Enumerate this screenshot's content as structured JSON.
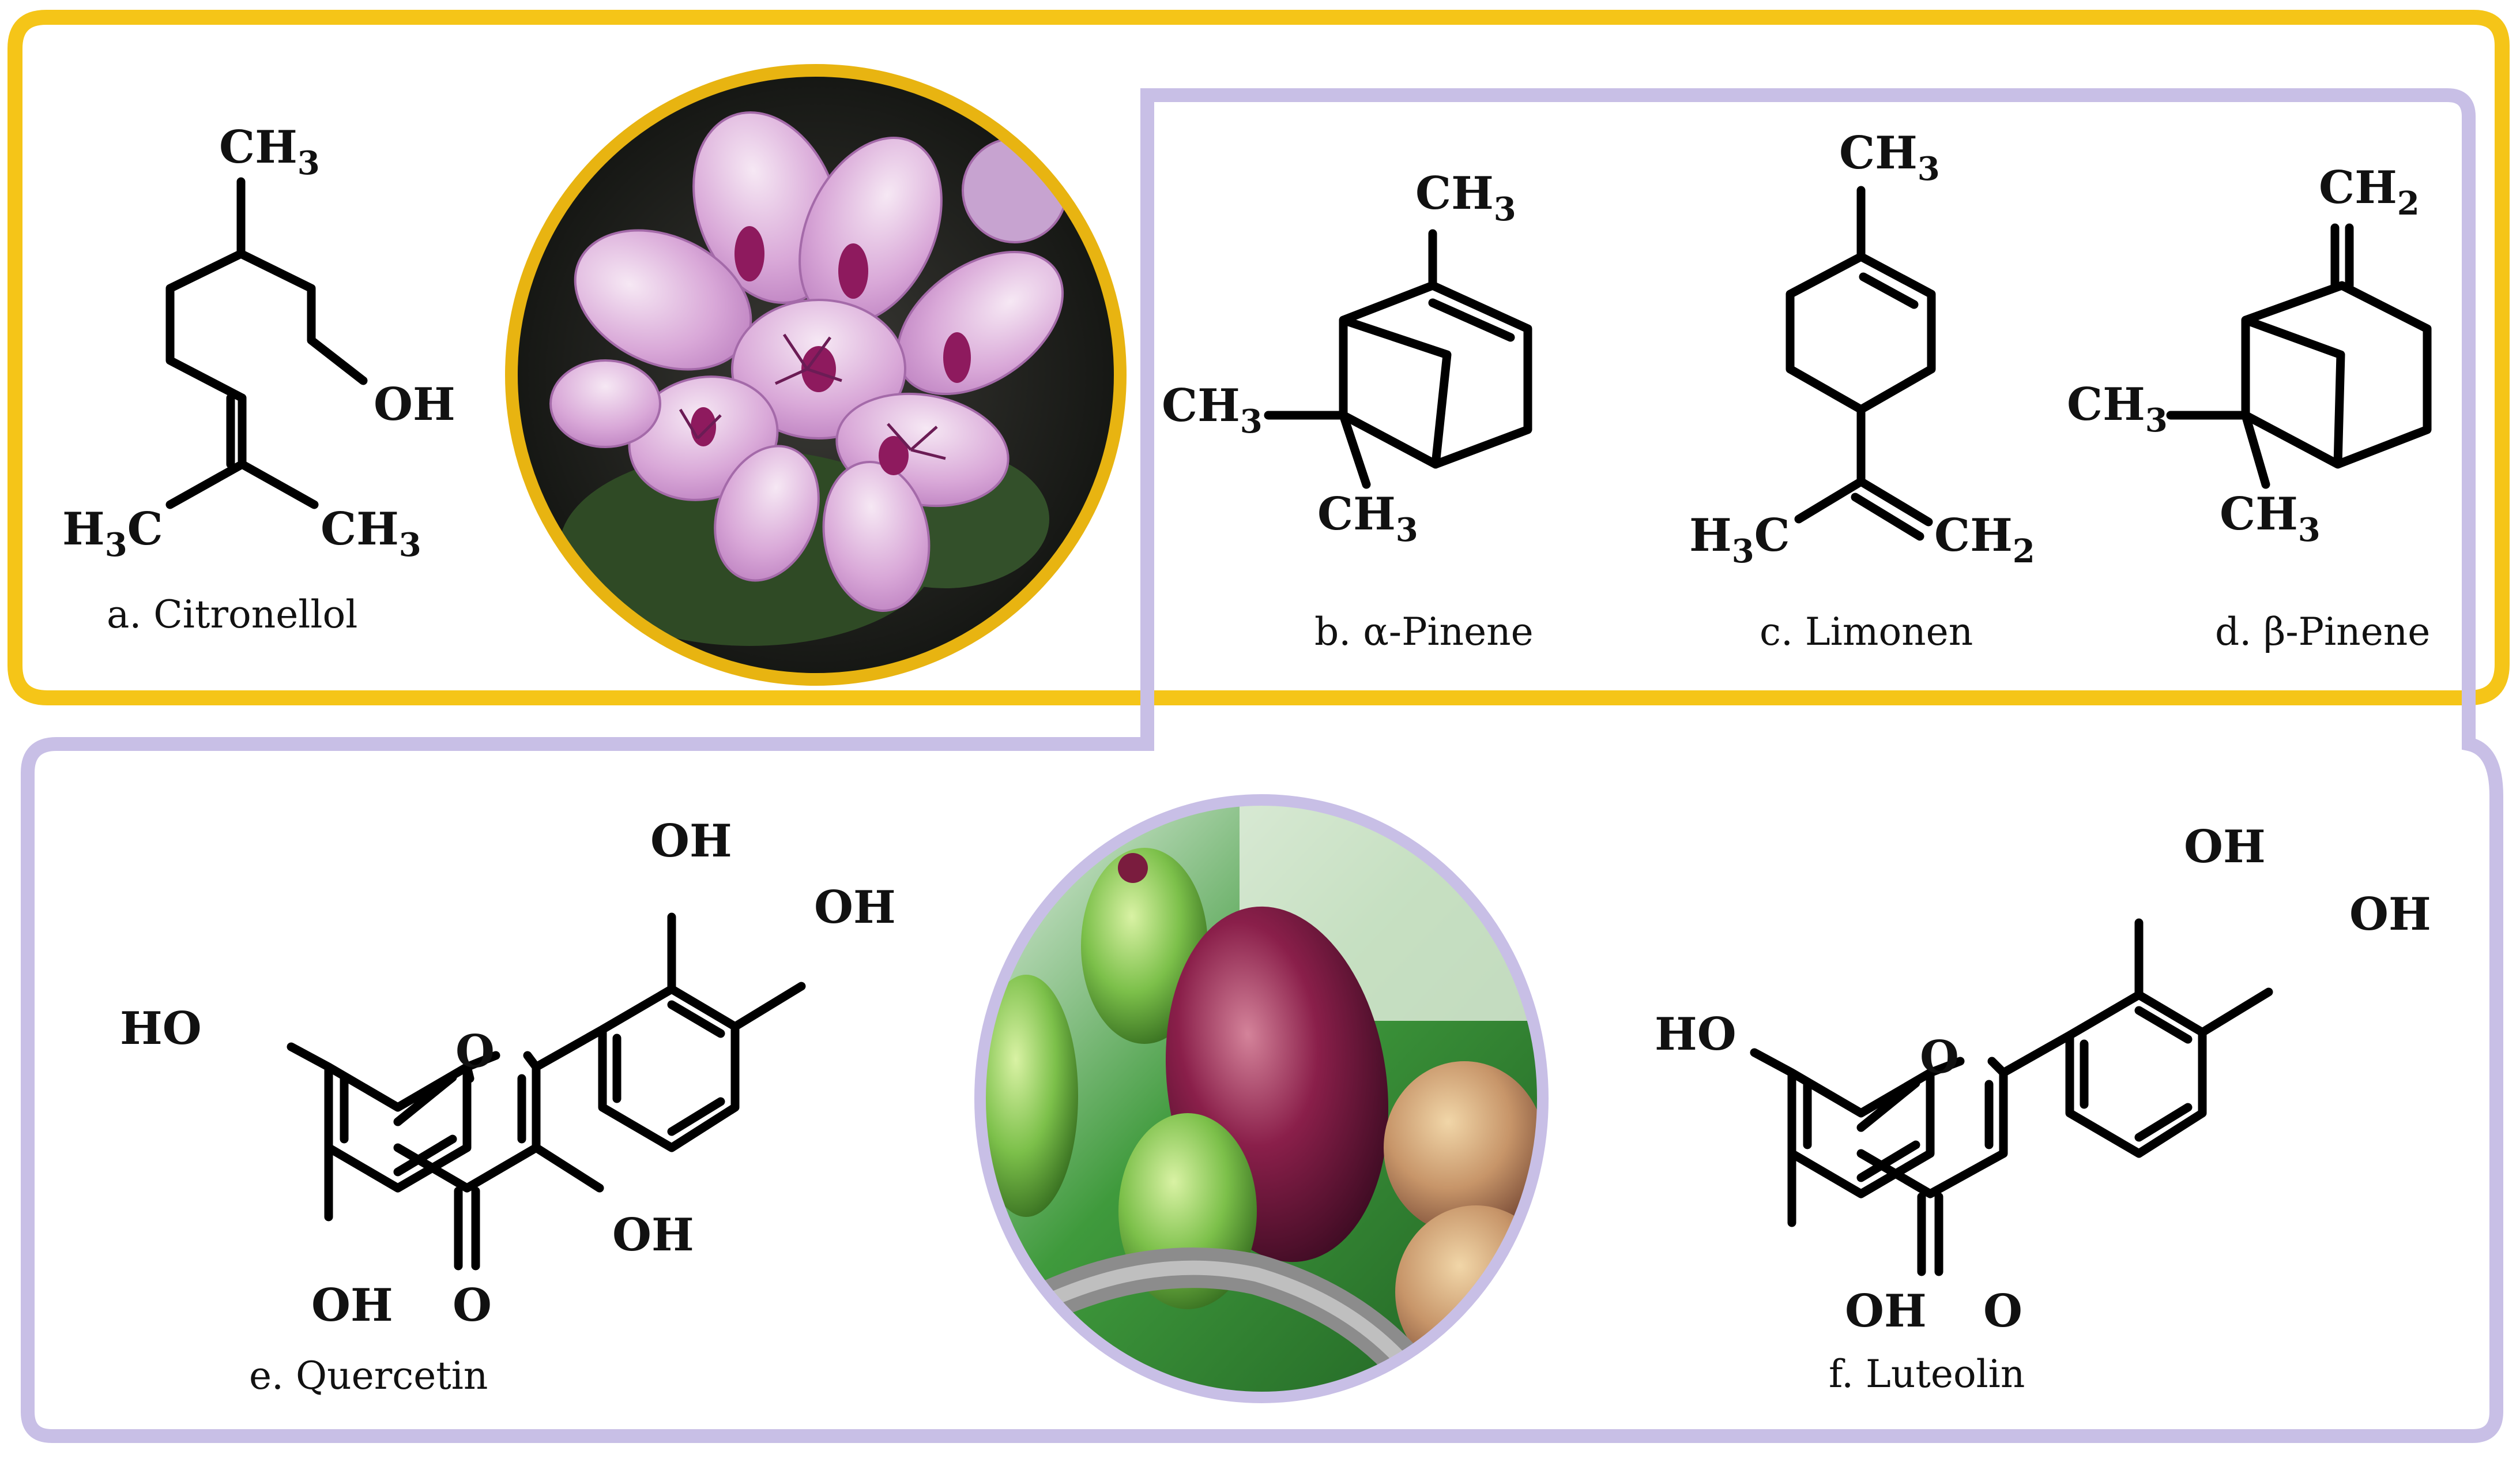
{
  "colors": {
    "terpene_box": "#F5C518",
    "flavonoid_box": "#C8BFE6",
    "flower_ring": "#E8B411",
    "fig_ring": "#C8BFE6",
    "background": "#FFFFFF",
    "ink": "#000000"
  },
  "compounds": {
    "citronellol": {
      "caption": "a. Citronellol",
      "labels": {
        "ch3_top": "CH",
        "ch3_top_sub": "3",
        "oh": "OH",
        "h3c": "H",
        "h3c_sub": "3",
        "h3c_c": "C",
        "ch3_right": "CH",
        "ch3_right_sub": "3"
      }
    },
    "alpha_pinene": {
      "caption": "b. α-Pinene",
      "labels": {
        "ch3_top": "CH",
        "ch3_top_sub": "3",
        "ch3_left": "CH",
        "ch3_left_sub": "3",
        "ch3_bottom": "CH",
        "ch3_bottom_sub": "3"
      }
    },
    "limonene": {
      "caption": "c. Limonen",
      "labels": {
        "ch3_top": "CH",
        "ch3_top_sub": "3",
        "h3c": "H",
        "h3c_sub": "3",
        "h3c_c": "C",
        "ch2": "CH",
        "ch2_sub": "2"
      }
    },
    "beta_pinene": {
      "caption": "d. β-Pinene",
      "labels": {
        "ch2": "CH",
        "ch2_sub": "2",
        "ch3_left": "CH",
        "ch3_left_sub": "3",
        "ch3_bottom": "CH",
        "ch3_bottom_sub": "3"
      }
    },
    "quercetin": {
      "caption": "e. Quercetin",
      "labels": {
        "ho": "HO",
        "o_ring": "O",
        "oh_top": "OH",
        "oh_right": "OH",
        "oh_3": "OH",
        "oh_5": "OH",
        "o_keto": "O"
      }
    },
    "luteolin": {
      "caption": "f. Luteolin",
      "labels": {
        "ho": "HO",
        "o_ring": "O",
        "oh_top": "OH",
        "oh_right": "OH",
        "oh_5": "OH",
        "o_keto": "O"
      }
    }
  }
}
